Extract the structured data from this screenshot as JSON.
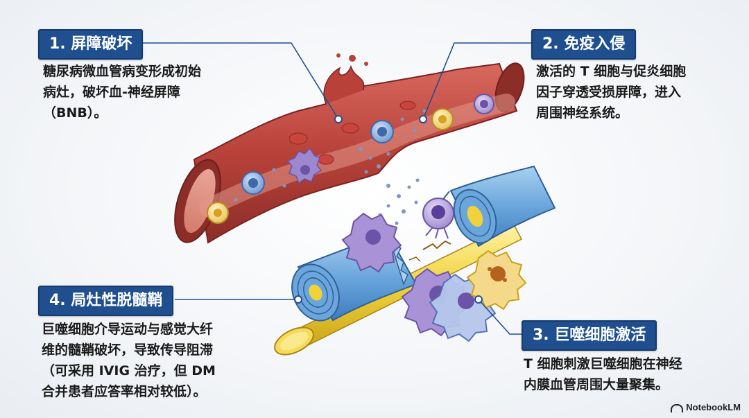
{
  "callouts": [
    {
      "title": "1. 屏障破坏",
      "text": "糖尿病微血管病变形成初始\n病灶，破坏血-神经屏障\n（BNB）。"
    },
    {
      "title": "2. 免疫入侵",
      "text": "激活的 T 细胞与促炎细胞\n因子穿透受损屏障，进入\n周围神经系统。"
    },
    {
      "title": "3. 巨噬细胞激活",
      "text": "T 细胞刺激巨噬细胞在神经\n内膜血管周围大量聚集。"
    },
    {
      "title": "4. 局灶性脱髓鞘",
      "text": "巨噬细胞介导运动与感觉大纤\n维的髓鞘破坏，导致传导阻滞\n（可采用 IVIG 治疗，但 DM\n合并患者应答率相对较低）。"
    }
  ],
  "icons": {
    "vessel": "blood-vessel-icon",
    "nerve": "myelinated-nerve-icon",
    "t_cell": "t-cell-icon",
    "macrophage": "macrophage-icon"
  },
  "colors": {
    "tag_bg": "#1f4f8e",
    "vessel": "#b8423a",
    "myelin": "#5f9bd6",
    "axon": "#f1d23a",
    "macrophage": "#8a6fc2"
  },
  "brand": "NotebookLM"
}
